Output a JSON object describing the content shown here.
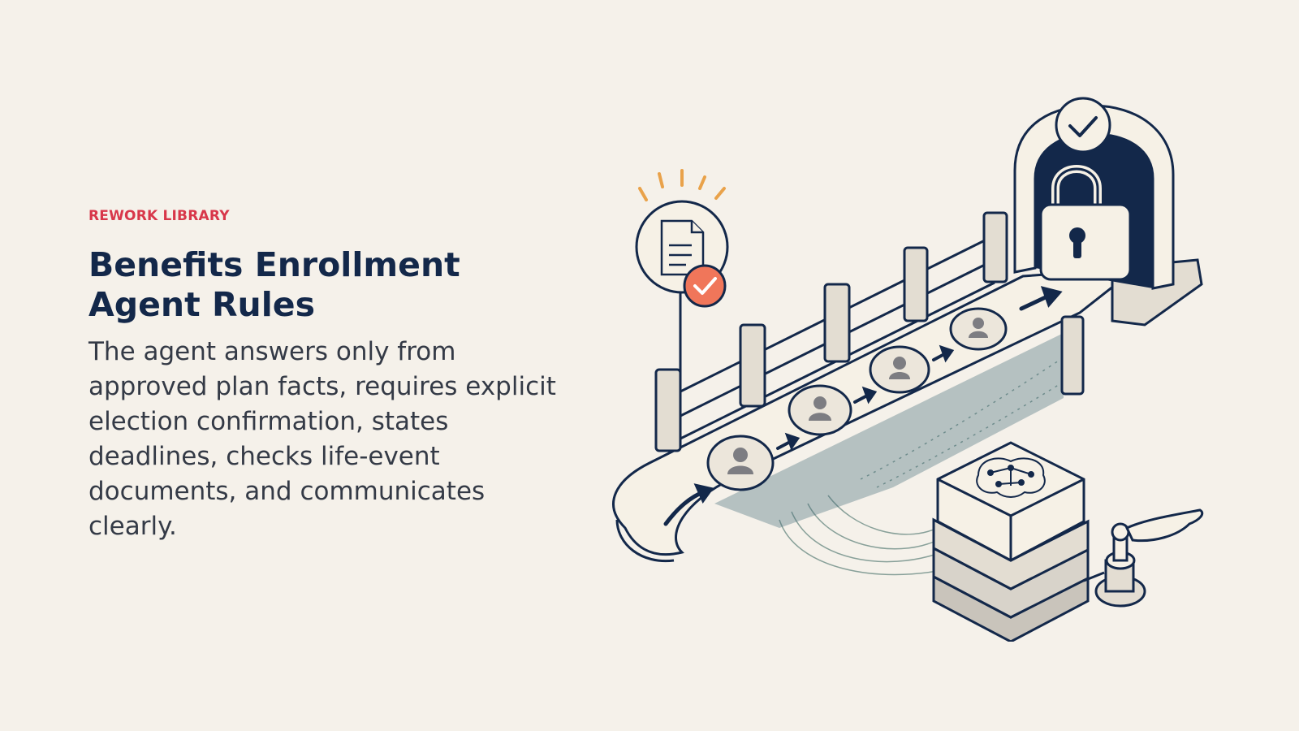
{
  "eyebrow": "REWORK LIBRARY",
  "title": "Benefits Enrollment Agent Rules",
  "description": "The agent answers only from approved plan facts, requires explicit election confirmation, states deadlines, checks life-event documents, and communicates clearly.",
  "colors": {
    "background": "#f5f1ea",
    "eyebrow": "#d8374a",
    "title": "#13284a",
    "body": "#343a46",
    "navy": "#13284a",
    "accent_orange": "#f0765a",
    "spark": "#e9a24a",
    "cream": "#f6f1e6"
  },
  "illustration": {
    "icons": [
      "document-icon",
      "check-badge-icon",
      "user-icon",
      "arrow-icon",
      "padlock-icon",
      "gate-check-icon",
      "brain-network-icon",
      "server-stack-icon",
      "robot-hand-icon"
    ]
  }
}
